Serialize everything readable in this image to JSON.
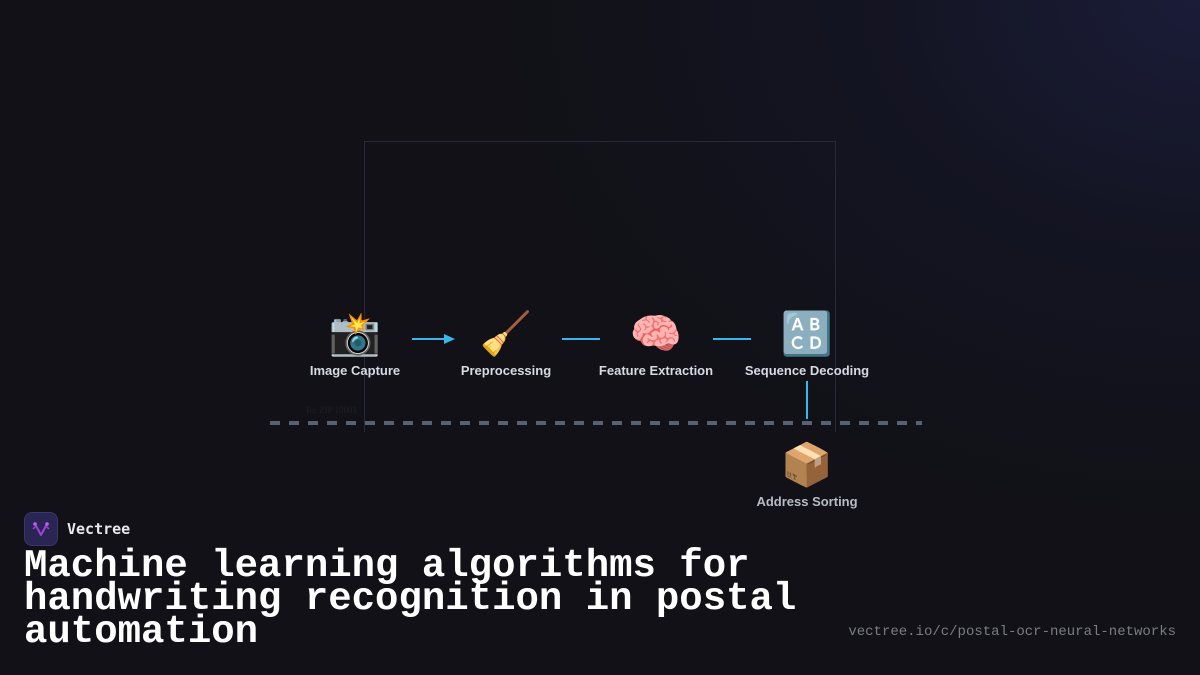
{
  "diagram": {
    "nodes": [
      {
        "id": "image-capture",
        "icon": "📸",
        "icon_name": "camera-flash-icon",
        "label": "Image Capture"
      },
      {
        "id": "preprocessing",
        "icon": "🧹",
        "icon_name": "broom-icon",
        "label": "Preprocessing"
      },
      {
        "id": "feature-extraction",
        "icon": "🧠",
        "icon_name": "brain-icon",
        "label": "Feature Extraction"
      },
      {
        "id": "sequence-decoding",
        "icon": "🔠",
        "icon_name": "abcd-letters-icon",
        "label": "Sequence Decoding"
      },
      {
        "id": "address-sorting",
        "icon": "📦",
        "icon_name": "package-icon",
        "label": "Address Sorting"
      }
    ],
    "edges": [
      {
        "from": "image-capture",
        "to": "preprocessing",
        "arrow": true
      },
      {
        "from": "preprocessing",
        "to": "feature-extraction",
        "arrow": false
      },
      {
        "from": "feature-extraction",
        "to": "sequence-decoding",
        "arrow": false
      },
      {
        "from": "sequence-decoding",
        "to": "address-sorting",
        "arrow": false
      }
    ],
    "zip_note": "To: ZIP 10001",
    "edge_color": "#38b6ee",
    "divider_color": "#566173"
  },
  "brand": {
    "name": "Vectree",
    "logo_color": "#a040d8"
  },
  "title": "Machine learning algorithms for handwriting recognition in postal automation",
  "title_lines": [
    "Machine learning algorithms for",
    "handwriting recognition in postal",
    "automation"
  ],
  "url": "vectree.io/c/postal-ocr-neural-networks"
}
